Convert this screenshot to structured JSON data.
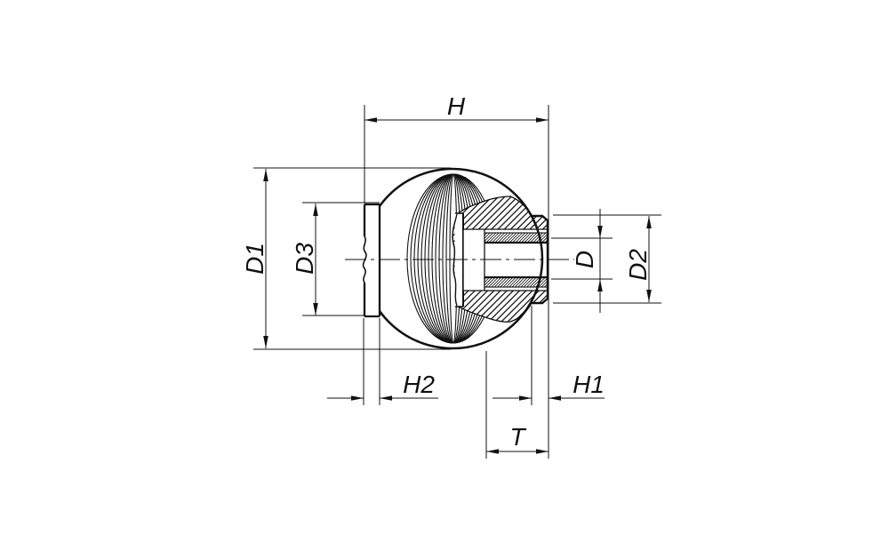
{
  "page": {
    "background": "#ffffff",
    "ink_color": "#111111"
  },
  "drawing": {
    "kind": "section-view-ball-knob",
    "labels": {
      "h": "H",
      "d1": "D1",
      "d3": "D3",
      "d": "D",
      "d2": "D2",
      "h2": "H2",
      "h1": "H1",
      "t": "T"
    }
  }
}
